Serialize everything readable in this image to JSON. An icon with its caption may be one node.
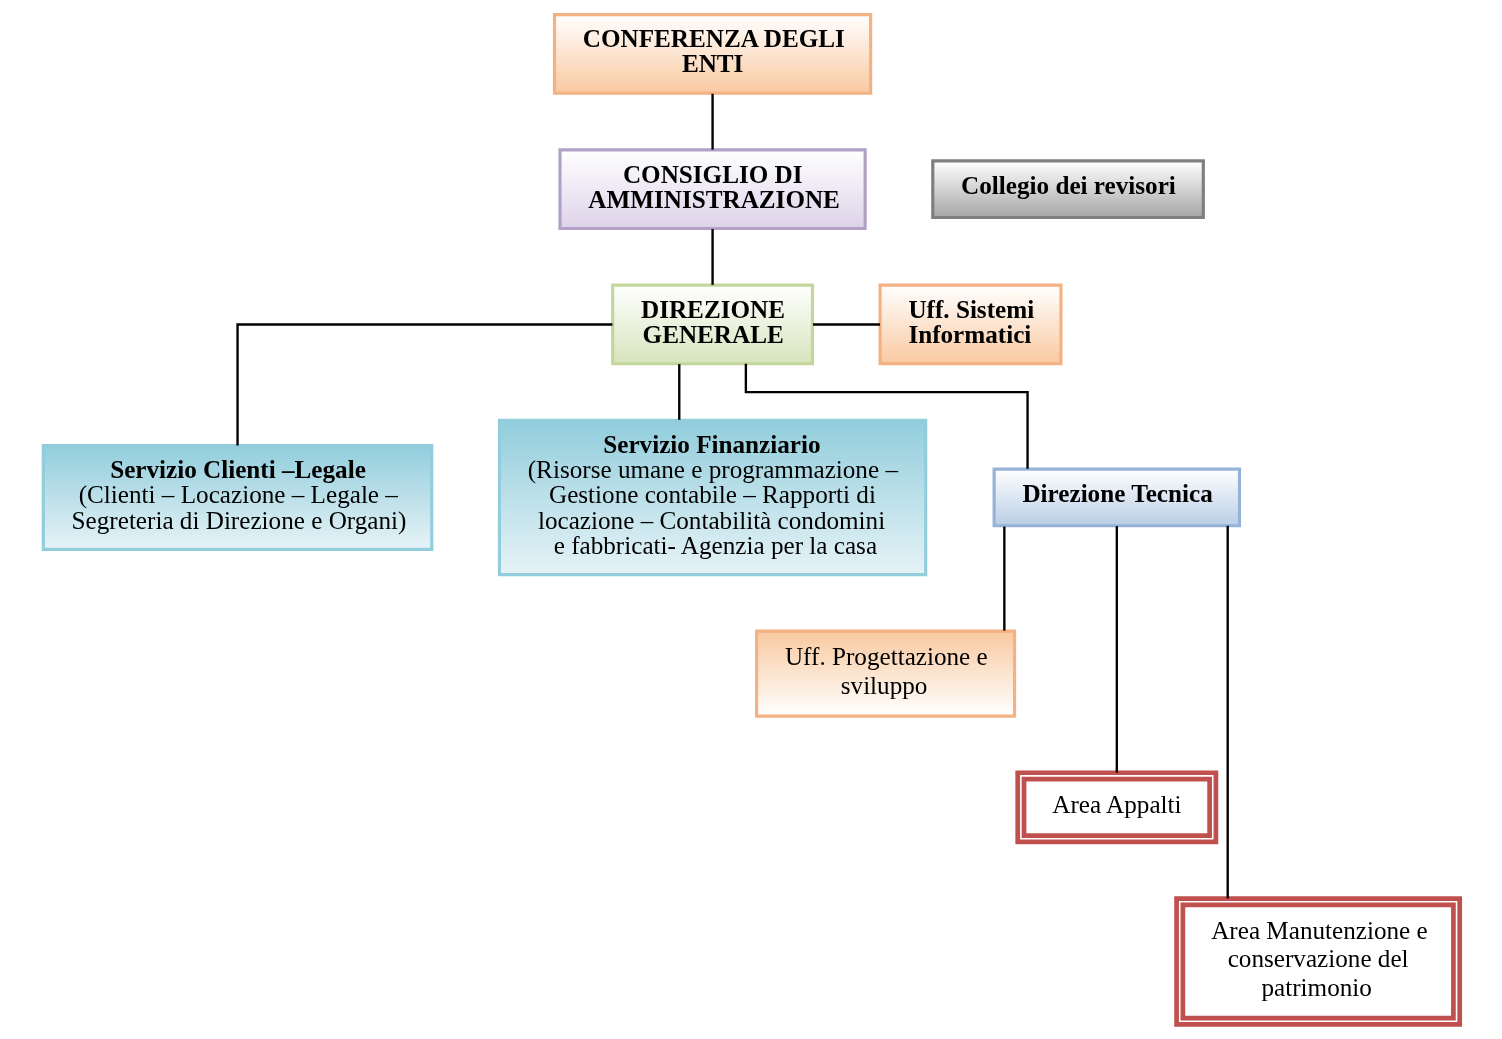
{
  "diagram": {
    "nodes": [
      {
        "text": [
          "CONFERENZA DEGLI ENTI"
        ]
      },
      {
        "text": [
          "CONSIGLIO DI AMMINISTRAZIONE"
        ]
      },
      {
        "text": [
          "Collegio dei revisori"
        ]
      },
      {
        "text": [
          "DIREZIONE GENERALE"
        ]
      },
      {
        "text": [
          "Uff. Sistemi Informatici"
        ]
      },
      {
        "text": [
          "Servizio Clienti –Legale",
          "(Clienti – Locazione – Legale – Segreteria di Direzione e Organi)"
        ]
      },
      {
        "text": [
          "Servizio Finanziario",
          "(Risorse umane e programmazione – Gestione contabile – Rapporti di locazione – Contabilità condomini e fabbricati- Agenzia per la casa"
        ]
      },
      {
        "text": [
          "Direzione Tecnica"
        ]
      },
      {
        "text": [
          "Uff. Progettazione e sviluppo"
        ]
      },
      {
        "text": [
          "Area Appalti"
        ]
      },
      {
        "text": [
          "Area Manutenzione e conservazione del patrimonio"
        ]
      }
    ],
    "edges": [
      {
        "from": 0,
        "to": 1,
        "arrow": "none"
      },
      {
        "from": 1,
        "to": 3,
        "arrow": "none"
      },
      {
        "from": 3,
        "to": 4,
        "arrow": "none"
      },
      {
        "from": 3,
        "to": 5,
        "arrow": "none"
      },
      {
        "from": 3,
        "to": 6,
        "arrow": "none"
      },
      {
        "from": 3,
        "to": 7,
        "arrow": "none"
      },
      {
        "from": 7,
        "to": 8,
        "arrow": "none"
      },
      {
        "from": 7,
        "to": 9,
        "arrow": "none"
      },
      {
        "from": 7,
        "to": 10,
        "arrow": "none"
      }
    ]
  }
}
